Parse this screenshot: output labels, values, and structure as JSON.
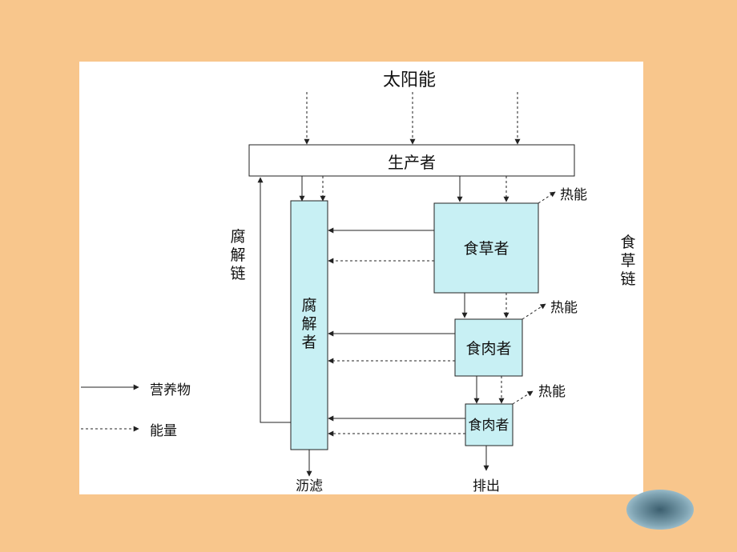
{
  "diagram": {
    "solar_energy": "太阳能",
    "producer": "生产者",
    "herbivore": "食草者",
    "carnivore1": "食肉者",
    "carnivore2": "食肉者",
    "decomposer": "腐解者",
    "heat1": "热能",
    "heat2": "热能",
    "heat3": "热能",
    "decomposer_chain": "腐解链",
    "grazing_chain": "食草链",
    "leaching": "沥滤",
    "excretion": "排出",
    "legend": {
      "nutrient": "营养物",
      "energy": "能量"
    }
  },
  "colors": {
    "background": "#f8c68c",
    "panel": "#ffffff",
    "box_fill": "#c8f0f4",
    "line": "#222222"
  }
}
